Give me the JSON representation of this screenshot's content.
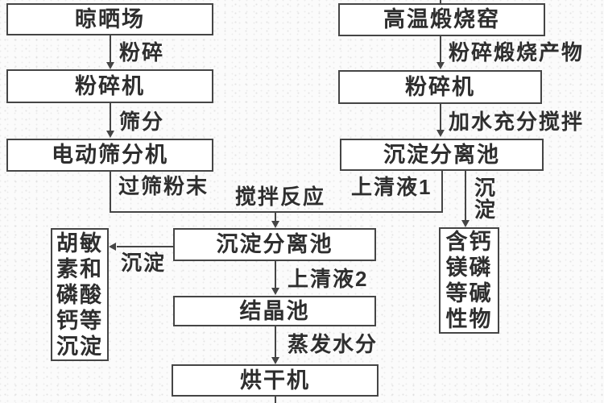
{
  "colors": {
    "background": "#fbfbfb",
    "line": "#454545",
    "text": "#2e2e2e",
    "box_fill": "#ffffff"
  },
  "boxes": {
    "drying_yard": "晾晒场",
    "crusher_left": "粉碎机",
    "electric_sieve": "电动筛分机",
    "kiln": "高温煅烧窑",
    "crusher_right": "粉碎机",
    "settling_pool_right": "沉淀分离池",
    "settling_pool_mid": "沉淀分离池",
    "crystallization_pool": "结晶池",
    "dryer": "烘干机",
    "humin_precipitate": "胡敏素和磷酸钙等沉淀",
    "alkaline_product": "含钙镁磷等碱性物"
  },
  "edge_labels": {
    "crush": "粉碎",
    "sieve": "筛分",
    "sieved_powder": "过筛粉末",
    "crush_calcined_product": "粉碎煅烧产物",
    "add_water_stir": "加水充分搅拌",
    "supernatant_1": "上清液1",
    "precipitate_right": "沉淀",
    "stir_reaction": "搅拌反应",
    "precipitate_left": "沉淀",
    "supernatant_2": "上清液2",
    "evaporate_water": "蒸发水分"
  }
}
